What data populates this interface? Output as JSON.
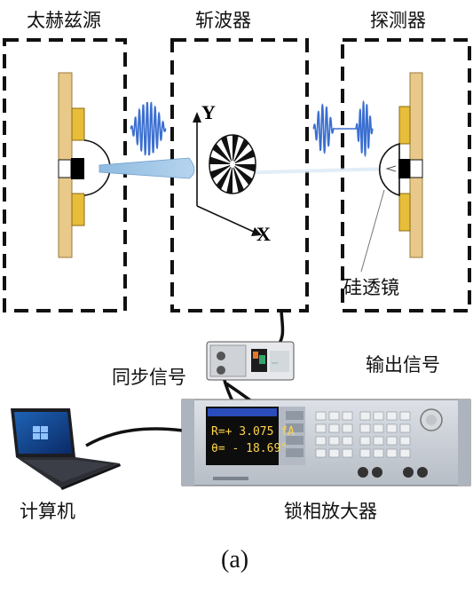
{
  "labels": {
    "thz_source": "太赫兹源",
    "chopper": "斩波器",
    "detector": "探测器",
    "silicon_lens": "硅透镜",
    "sync_signal": "同步信号",
    "output_signal": "输出信号",
    "computer": "计算机",
    "lockin_amplifier": "锁相放大器"
  },
  "axes": {
    "y": "Y",
    "x": "X"
  },
  "lockin_display": {
    "r_line": "R=+ 3.075 fA",
    "theta_line": "θ= - 18.69°"
  },
  "caption": "(a)",
  "colors": {
    "wave": "#3b6fd0",
    "beam": "#8fbbe0",
    "wood": "#e9c98a",
    "gold": "#e7bd3a",
    "dash": "#111111",
    "instrument": "#c9ced6"
  },
  "icons": [
    "laptop-icon",
    "chopper-wheel-icon"
  ]
}
